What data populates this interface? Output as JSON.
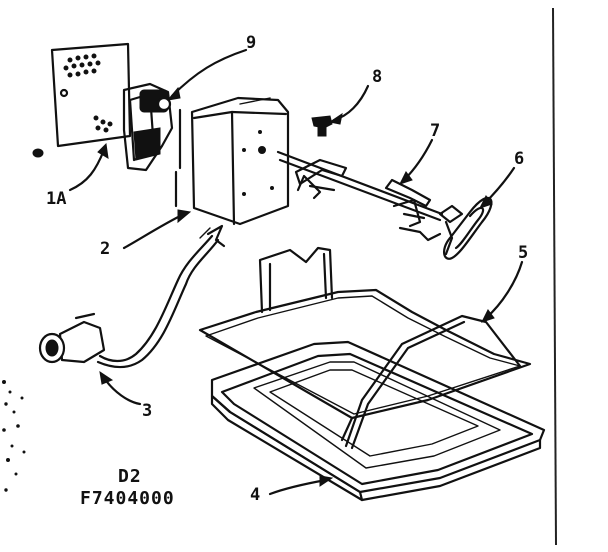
{
  "callouts": {
    "c1A": "1A",
    "c2": "2",
    "c3": "3",
    "c4": "4",
    "c5": "5",
    "c6": "6",
    "c7": "7",
    "c8": "8",
    "c9": "9"
  },
  "caption": {
    "line1": "D2",
    "line2": "F7404000"
  },
  "colors": {
    "ink": "#111111",
    "background": "#ffffff"
  }
}
